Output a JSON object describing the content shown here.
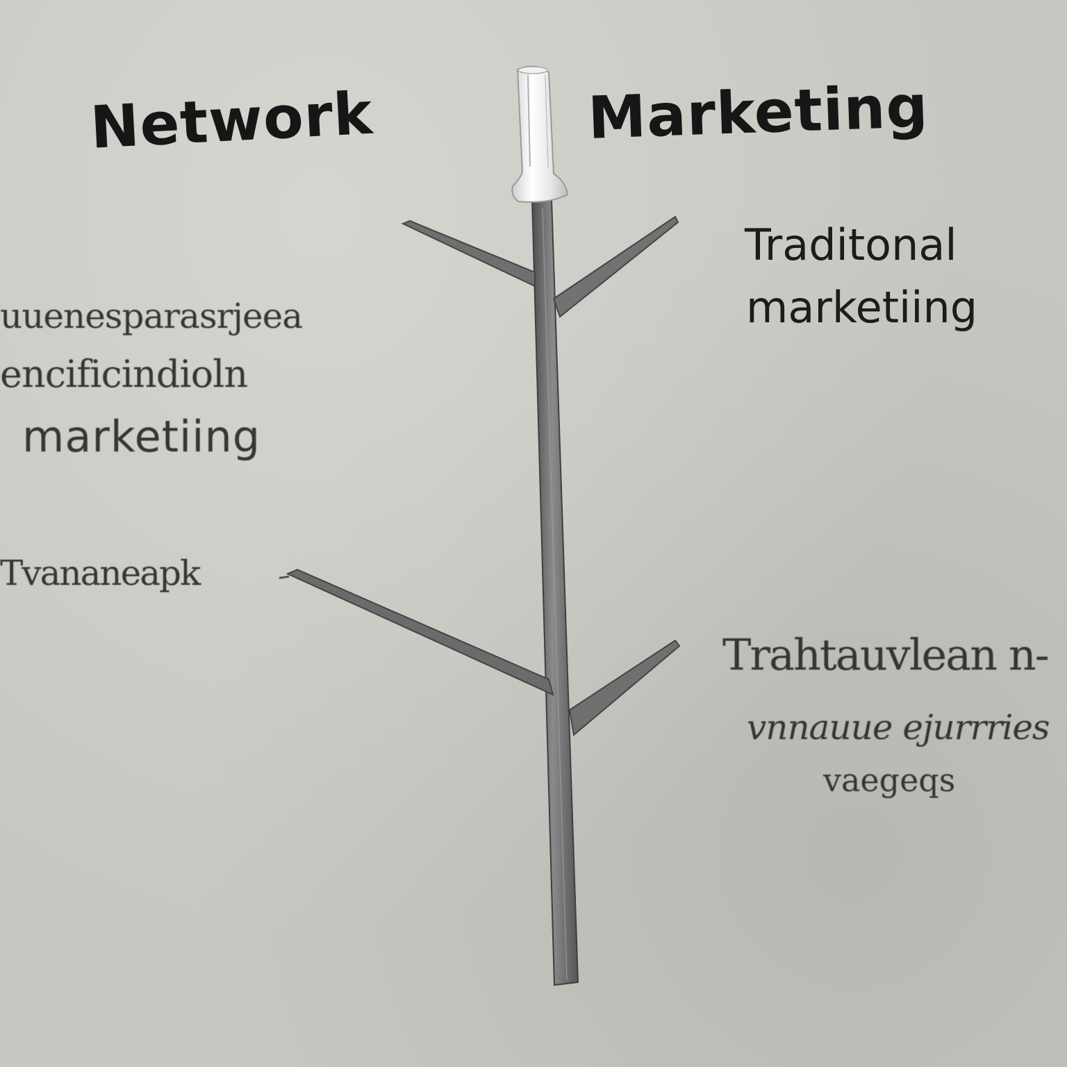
{
  "title_left": "Network",
  "title_right": "Marketing",
  "right_top": {
    "line1": "Traditonal",
    "line2": "marketiing"
  },
  "left": {
    "line1": "uuenesparasrjeea",
    "line2": "encificindioln",
    "line3": "marketiing",
    "line4": "Tvananeapk"
  },
  "right_bottom": {
    "line1": "Trahtauvlean n-",
    "line2": "vnnauue ejurrries",
    "line3": "vaegeqs"
  },
  "colors": {
    "background": "#c9c7c1",
    "text": "#1b1b1b",
    "pencil": "#6e6e6e"
  }
}
